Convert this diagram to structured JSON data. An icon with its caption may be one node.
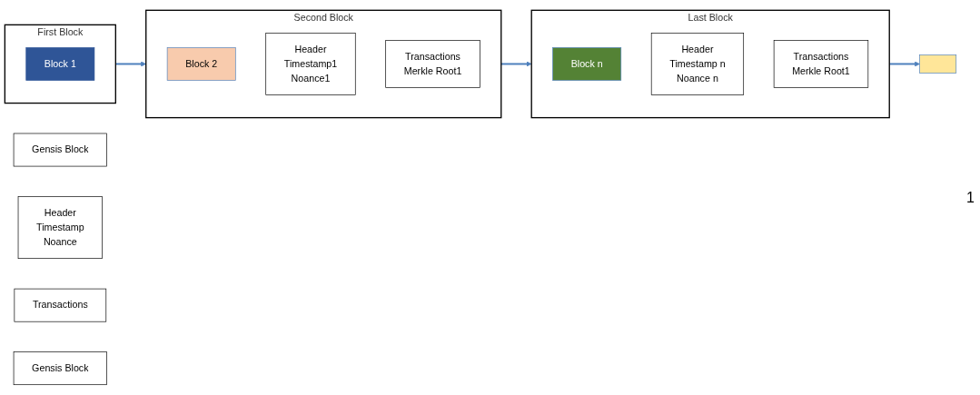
{
  "diagram": {
    "nodes": [
      {
        "text": [
          "Gensis Block"
        ]
      },
      {
        "text": [
          "Header",
          "Timestamp",
          "Noance"
        ]
      },
      {
        "text": [
          "Transactions"
        ]
      },
      {
        "text": [
          "First Block"
        ]
      },
      {
        "text": [
          "Block 1"
        ],
        "in": 3
      },
      {
        "text": [
          "Second Block"
        ]
      },
      {
        "text": [
          "Block 2"
        ],
        "in": 5
      },
      {
        "text": [
          "Header",
          "Timestamp1",
          "Noance1"
        ],
        "in": 5
      },
      {
        "text": [
          "Transactions",
          "Merkle Root1"
        ],
        "in": 5
      },
      {
        "text": [
          "Last Block"
        ]
      },
      {
        "text": [
          "Block n"
        ],
        "in": 9
      },
      {
        "text": [
          "Header",
          "Timestamp n",
          "Noance n"
        ],
        "in": 9
      },
      {
        "text": [
          "Transactions",
          "Merkle Root1"
        ],
        "in": 9
      },
      {
        "text": [
          "Gensis Block"
        ]
      },
      {
        "text": [],
        "shape": "box"
      }
    ],
    "edges": [
      {
        "from": 3,
        "to": 5,
        "arrow": "to"
      },
      {
        "from": 5,
        "to": 9,
        "arrow": "to"
      },
      {
        "from": 9,
        "to": 14,
        "arrow": "to"
      }
    ],
    "labels": [
      "1"
    ]
  }
}
